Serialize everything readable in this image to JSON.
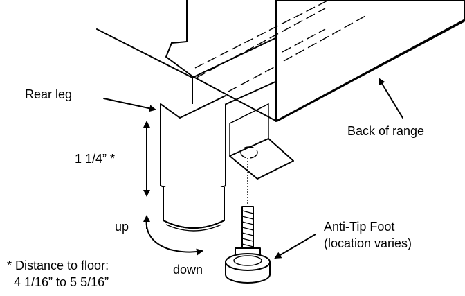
{
  "labels": {
    "rear_leg": "Rear leg",
    "back_of_range": "Back of range",
    "height": "1 1/4” *",
    "up": "up",
    "down": "down",
    "anti_tip_line1": "Anti-Tip Foot",
    "anti_tip_line2": "(location varies)",
    "note_line1": "* Distance to floor:",
    "note_line2": "4 1/16” to 5 5/16”"
  }
}
